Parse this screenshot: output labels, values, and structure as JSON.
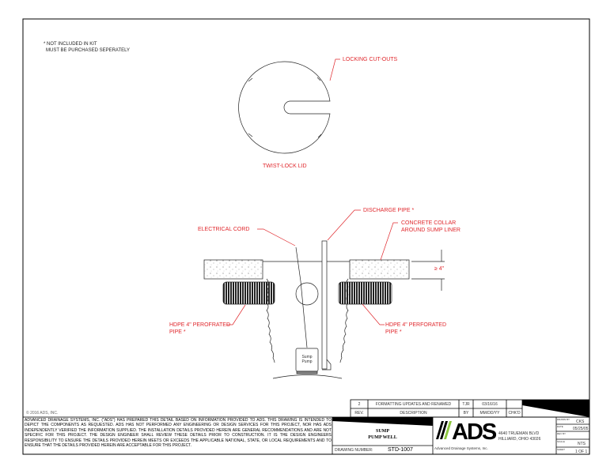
{
  "notes": {
    "line1": "* NOT INCLUDED IN KIT",
    "line2": "MUST BE PURCHASED SEPERATELY"
  },
  "labels": {
    "locking": "LOCKING CUT-OUTS",
    "lid": "TWIST-LOCK LID",
    "discharge": "DISCHARGE PIPE *",
    "cord": "ELECTRICAL CORD",
    "collar1": "CONCRETE COLLAR",
    "collar2": "AROUND SUMP LINER",
    "dim": "≥ 4\"",
    "hdpe_left1": "HDPE 4\" PEROFRATED",
    "hdpe_left2": "PIPE *",
    "hdpe_right1": "HDPE 4\" PERFORATED",
    "hdpe_right2": "PIPE *",
    "pump1": "Sump",
    "pump2": "Pump"
  },
  "copyright": "© 2016 ADS, INC.",
  "disclaimer": "ADVANCED DRAINAGE SYSTEMS, INC. (\"ADS\") HAS PREPARED THIS DETAIL BASED ON INFORMATION PROVIDED TO ADS. THIS DRAWING IS INTENDED TO DEPICT THE COMPONENTS AS REQUESTED. ADS HAS NOT PERFORMED ANY ENGINEERING OR DESIGN SERVICES FOR THIS PROJECT, NOR HAS ADS INDEPENDENTLY VERIFIED THE INFORMATION SUPPLIED. THE INSTALLATION DETAILS PROVIDED HEREIN ARE GENERAL RECOMMENDATIONS AND ARE NOT SPECIFIC FOR THIS PROJECT. THE DESIGN ENGINEER SHALL REVIEW THESE DETAILS PRIOR TO CONSTRUCTION. IT IS THE DESIGN ENGINEERS RESPONSIBILITY TO ENSURE THE DETAILS PROVIDED HEREIN MEETS OR EXCEEDS THE APPLICABLE NATIONAL, STATE, OR LOCAL REQUIREMENTS AND TO ENSURE THAT THE DETAILS PROVIDED HEREIN ARE ACCEPTABLE FOR THIS PROJECT.",
  "revision": {
    "rev": "2",
    "description": "FORMATTING UPDATES AND RENAMED",
    "by": "TJR",
    "date": "03/16/16",
    "chkd": ""
  },
  "revision_headers": {
    "rev": "REV.",
    "description": "DESCRIPTION",
    "by": "BY",
    "date": "MM/DD/YY",
    "chkd": "CHK'D"
  },
  "title": {
    "line1": "SUMP",
    "line2": "PUMP WELL",
    "drawing_number_label": "DRAWING NUMBER:",
    "drawing_number": "STD-1007"
  },
  "company": {
    "logo": "ADS",
    "name": "Advanced Drainage Systems, Inc.",
    "address1": "4640 TRUEMAN BLVD",
    "address2": "HILLIARD, OHIO 43026",
    "logo_color": "#8dc63f"
  },
  "info": {
    "drawn_by_label": "DRAWN BY",
    "drawn_by": "CKS",
    "date_label": "DATE",
    "date": "05/25/05",
    "rev_by_label": "REV BY",
    "rev_by": "",
    "scale_label": "SCALE",
    "scale": "NTS",
    "sheet_label": "SHEET",
    "sheet": "1 OF 1"
  }
}
